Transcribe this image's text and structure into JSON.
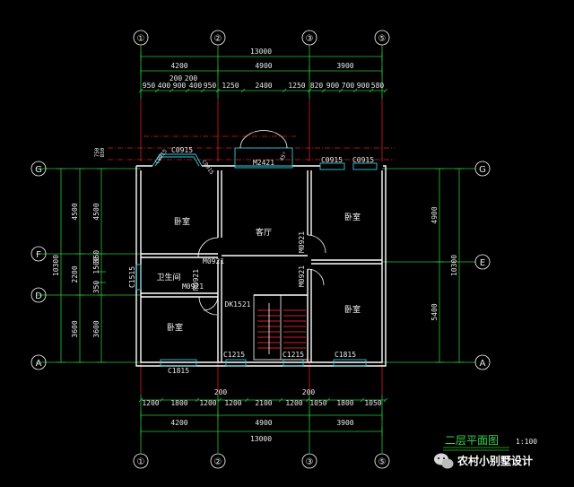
{
  "axes": {
    "top": [
      "①",
      "②",
      "③",
      "⑤"
    ],
    "bottom": [
      "①",
      "②",
      "③",
      "⑤"
    ],
    "left": [
      "G",
      "F",
      "D",
      "A"
    ],
    "right": [
      "G",
      "E",
      "A"
    ]
  },
  "dims": {
    "top_total": "13000",
    "top_mid": [
      "4200",
      "4900",
      "3900"
    ],
    "top_detail": [
      "950",
      "400",
      "900",
      "400",
      "950",
      "1250",
      "2400",
      "1250",
      "820",
      "900",
      "700",
      "900",
      "580"
    ],
    "top_small": [
      "200",
      "200"
    ],
    "bottom_detail": [
      "1200",
      "1800",
      "1200",
      "1200",
      "2100",
      "1200",
      "1050",
      "1800",
      "1050"
    ],
    "bottom_small": [
      "200",
      "200"
    ],
    "bottom_mid": [
      "4200",
      "4900",
      "3900"
    ],
    "bottom_total": "13000",
    "left_outer": "10300",
    "left_mid": [
      "4500",
      "2200",
      "3600"
    ],
    "left_inner": [
      "4500",
      "1500",
      "350",
      "350",
      "3600"
    ],
    "left_vert_labels": [
      "750",
      "850"
    ],
    "right_mid": [
      "4900",
      "5400"
    ],
    "right_total": "10300"
  },
  "openings": {
    "c0915_a": "C0915",
    "c0915_b": "C0915",
    "c0915_c": "C0915",
    "c0915_d": "C0915",
    "c0915_e": "C0915",
    "m2421": "M2421",
    "angle": "45°",
    "m0921_a": "M0921",
    "m0921_b": "M0921",
    "m0921_c": "M0921",
    "m0921_d": "M0921",
    "m0921_e": "M0921",
    "c1515": "C1515",
    "dk1521": "DK1521",
    "c1215_a": "C1215",
    "c1215_b": "C1215",
    "c1815_a": "C1815",
    "c1815_b": "C1815"
  },
  "rooms": {
    "bed_tl": "卧室",
    "living": "客厅",
    "bed_tr": "卧室",
    "bath": "卫生间",
    "bed_bl": "卧室",
    "bed_br": "卧室"
  },
  "title": {
    "name": "二层平面图",
    "scale": "1:100"
  },
  "watermark": "农村小别墅设计"
}
